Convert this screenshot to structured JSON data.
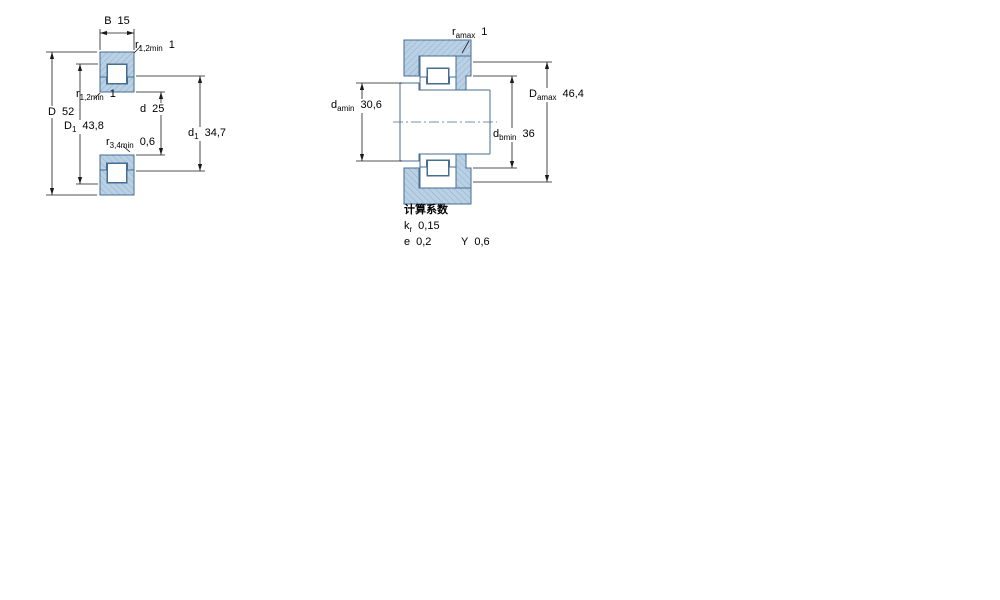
{
  "colors": {
    "part_fill": "#bad0e4",
    "part_outline": "#456e92",
    "hatch_line": "#8fb0cc",
    "dimension_line": "#1a1a1a",
    "text": "#000000",
    "background": "#ffffff"
  },
  "left_view": {
    "dim_B": {
      "base": "B",
      "value": "15"
    },
    "dim_r12_top": {
      "base": "r",
      "sub": "1,2min",
      "value": "1"
    },
    "dim_D": {
      "base": "D",
      "value": "52"
    },
    "dim_r12_inner": {
      "base": "r",
      "sub": "1,2min",
      "value": "1"
    },
    "dim_D1": {
      "base": "D",
      "sub": "1",
      "value": "43,8"
    },
    "dim_d": {
      "base": "d",
      "value": "25"
    },
    "dim_r34": {
      "base": "r",
      "sub": "3,4min",
      "value": "0,6"
    },
    "dim_d1": {
      "base": "d",
      "sub": "1",
      "value": "34,7"
    }
  },
  "right_view": {
    "dim_ra": {
      "base": "r",
      "sub": "amax",
      "value": "1"
    },
    "dim_da": {
      "base": "d",
      "sub": "amin",
      "value": "30,6"
    },
    "dim_Da": {
      "base": "D",
      "sub": "amax",
      "value": "46,4"
    },
    "dim_db": {
      "base": "d",
      "sub": "bmin",
      "value": "36"
    }
  },
  "calculation_factors": {
    "heading": "计算系数",
    "kr": {
      "base": "k",
      "sub": "r",
      "value": "0,15"
    },
    "e": {
      "base": "e",
      "value": "0,2"
    },
    "Y": {
      "base": "Y",
      "value": "0,6"
    }
  }
}
